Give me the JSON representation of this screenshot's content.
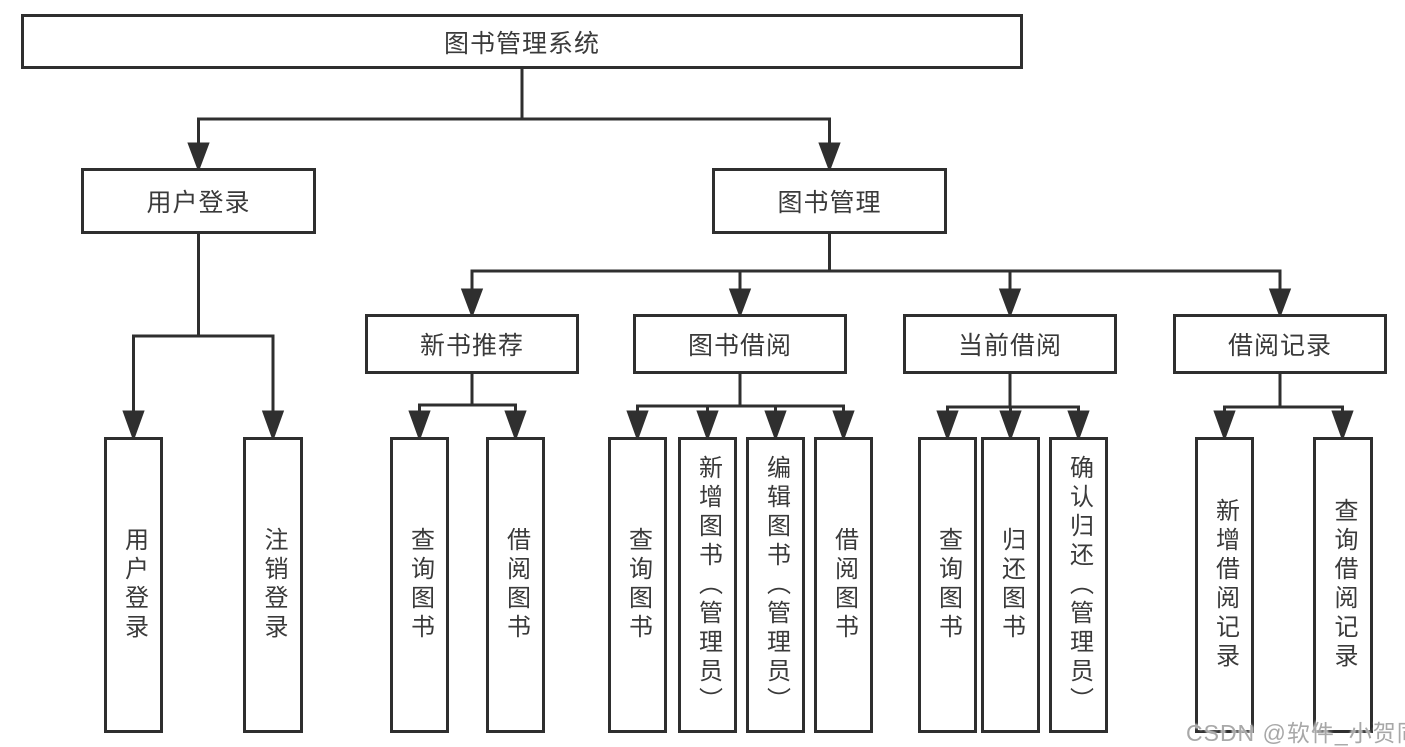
{
  "tree": {
    "root": {
      "label": "图书管理系统"
    },
    "branches": [
      {
        "label": "用户登录",
        "children": [
          {
            "label": "用户登录"
          },
          {
            "label": "注销登录"
          }
        ]
      },
      {
        "label": "图书管理",
        "groups": [
          {
            "label": "新书推荐",
            "children": [
              {
                "label": "查询图书"
              },
              {
                "label": "借阅图书"
              }
            ]
          },
          {
            "label": "图书借阅",
            "children": [
              {
                "label": "查询图书"
              },
              {
                "label": "新增图书（管理员）"
              },
              {
                "label": "编辑图书（管理员）"
              },
              {
                "label": "借阅图书"
              }
            ]
          },
          {
            "label": "当前借阅",
            "children": [
              {
                "label": "查询图书"
              },
              {
                "label": "归还图书"
              },
              {
                "label": "确认归还（管理员）"
              }
            ]
          },
          {
            "label": "借阅记录",
            "children": [
              {
                "label": "新增借阅记录"
              },
              {
                "label": "查询借阅记录"
              }
            ]
          }
        ]
      }
    ]
  },
  "watermark": {
    "text": "CSDN @软件_小贺同学"
  },
  "colors": {
    "line": "#2f2f2f",
    "text": "#3a3a3a",
    "background": "#ffffff",
    "watermark": "#a8a8a8"
  }
}
